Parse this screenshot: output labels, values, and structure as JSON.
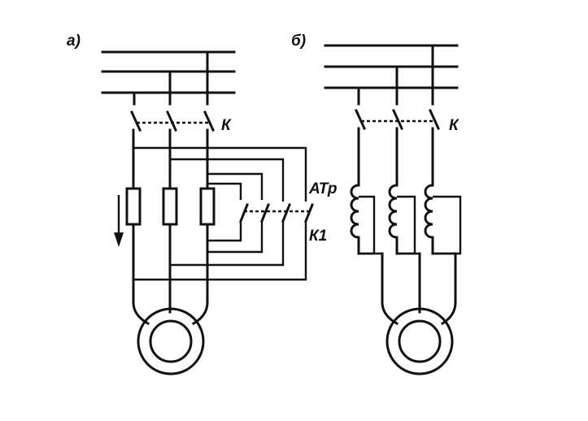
{
  "diagram": {
    "left_panel": {
      "label": "а)",
      "contactor_label": "К",
      "autotransformer_label": "АТр",
      "second_contactor_label": "К1"
    },
    "right_panel": {
      "label": "б)",
      "contactor_label": "К"
    }
  },
  "colors": {
    "ink": "#111111",
    "background": "#ffffff"
  }
}
